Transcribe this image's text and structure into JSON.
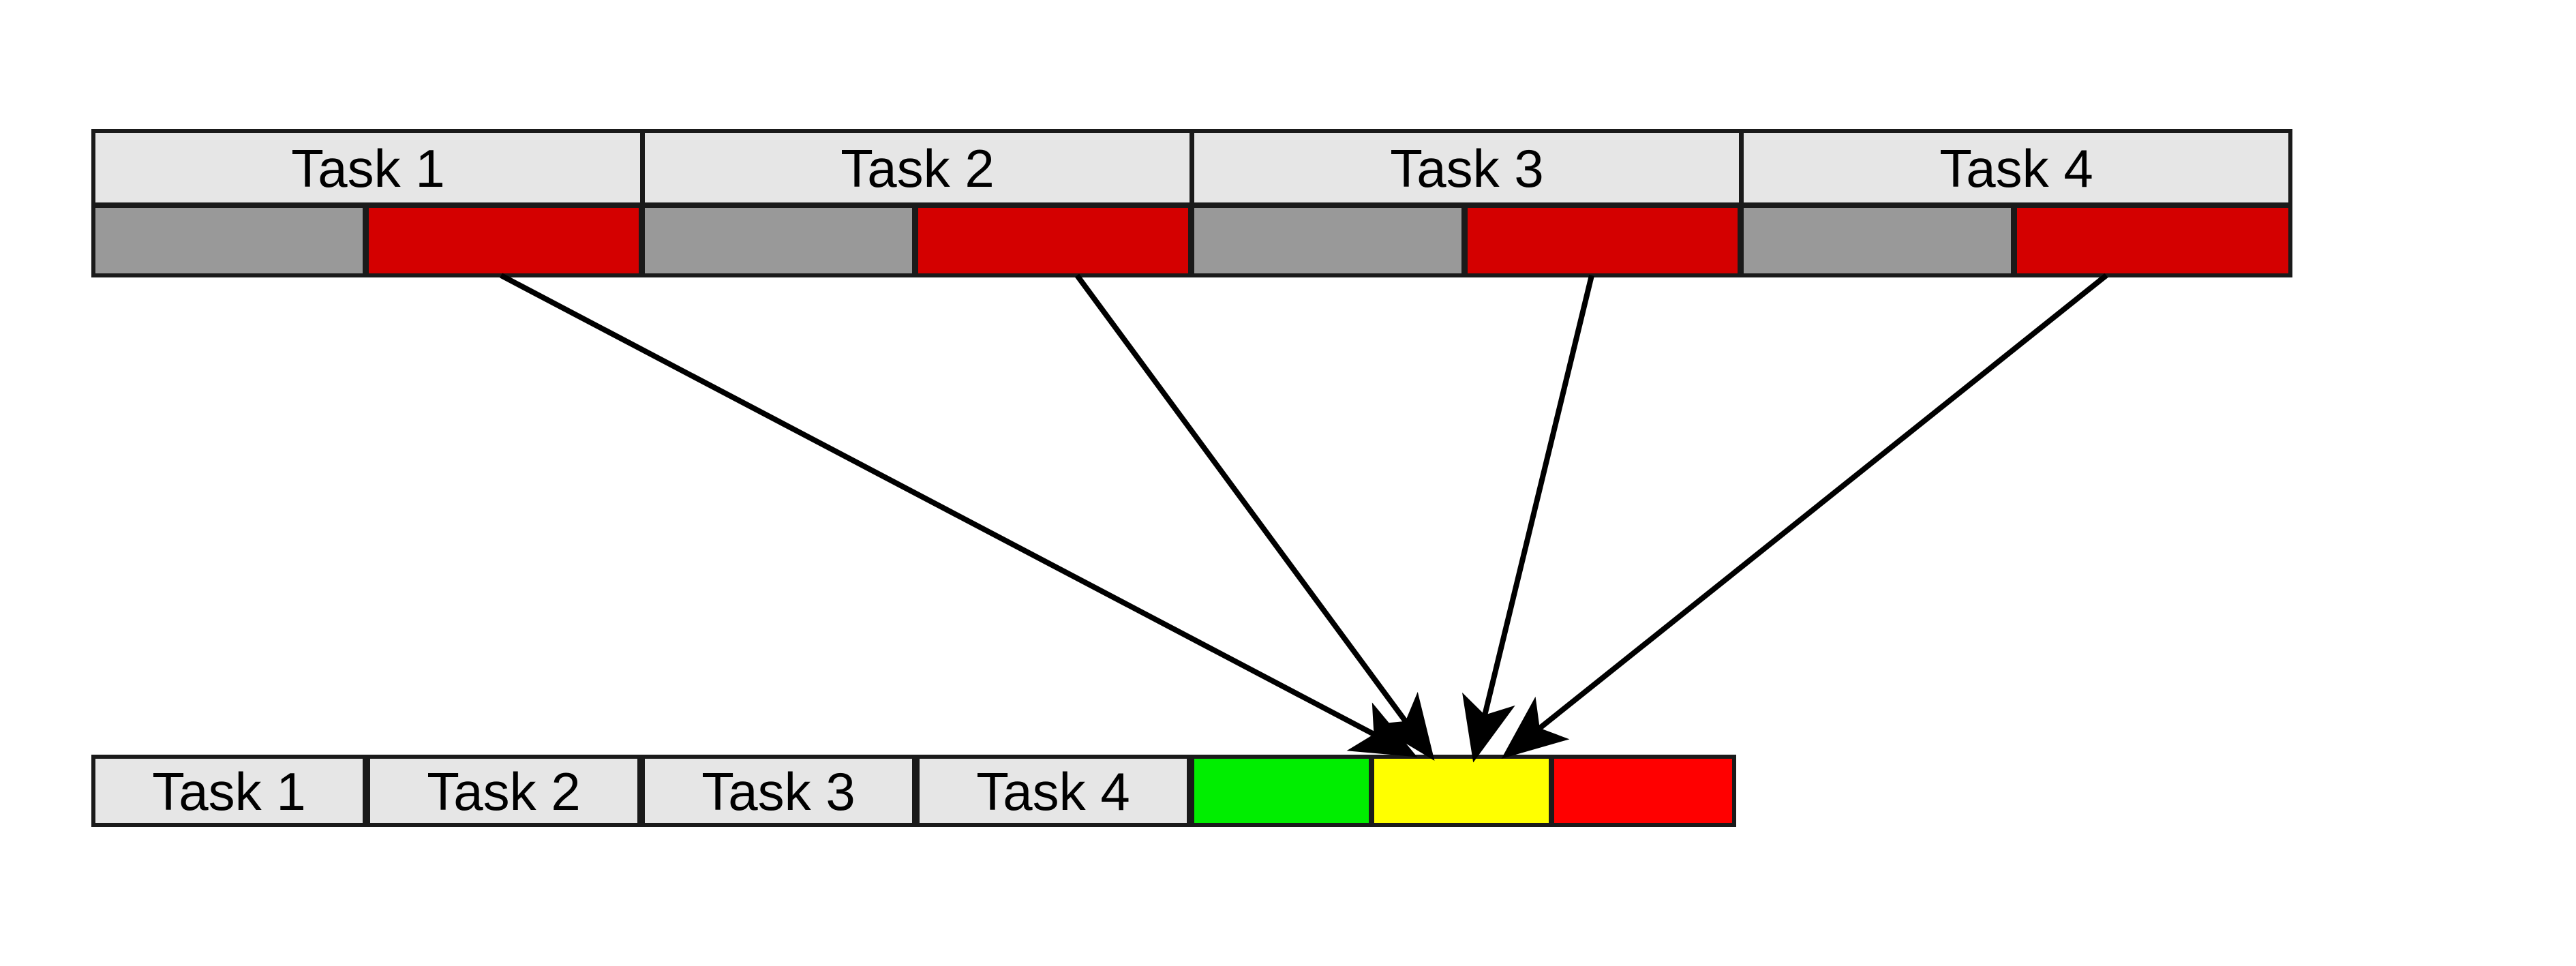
{
  "top_row": {
    "tasks": [
      {
        "label": "Task 1"
      },
      {
        "label": "Task 2"
      },
      {
        "label": "Task 3"
      },
      {
        "label": "Task 4"
      }
    ]
  },
  "bottom_row": {
    "tasks": [
      {
        "label": "Task 1"
      },
      {
        "label": "Task 2"
      },
      {
        "label": "Task 3"
      },
      {
        "label": "Task 4"
      }
    ],
    "status_blocks": [
      {
        "color": "#00ee00"
      },
      {
        "color": "#ffff00"
      },
      {
        "color": "#ff0000"
      }
    ]
  },
  "colors": {
    "header_fill": "#e6e6e6",
    "segment_gray": "#999999",
    "segment_red": "#d40000",
    "stroke": "#1a1a1a"
  }
}
